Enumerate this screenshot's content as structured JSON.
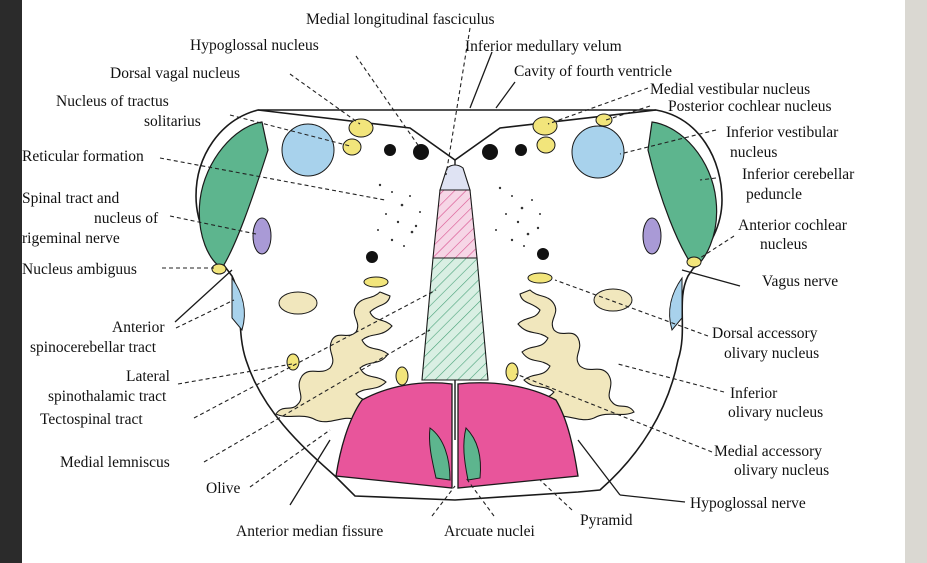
{
  "colors": {
    "page": "#ffffff",
    "pyramid": "#e8559b",
    "cerebellar_peduncle": "#5db58e",
    "vestibular": "#a8d2ec",
    "olive": "#f1e7bd",
    "nucleus_yellow": "#f2e57b",
    "trigeminal": "#a99ad6",
    "mlf_hatch": "#e7a7c6",
    "lemniscus_hatch": "#a7d8bf",
    "nucleus_dot": "#111111"
  },
  "labels": {
    "medial_longitudinal_fasciculus": "Medial longitudinal fasciculus",
    "hypoglossal_nucleus": "Hypoglossal nucleus",
    "inferior_medullary_velum": "Inferior medullary velum",
    "dorsal_vagal_nucleus": "Dorsal vagal nucleus",
    "cavity_fourth_ventricle": "Cavity of fourth ventricle",
    "medial_vestibular_nucleus": "Medial vestibular nucleus",
    "nucleus_tractus_solitarius_1": "Nucleus of tractus",
    "nucleus_tractus_solitarius_2": "solitarius",
    "posterior_cochlear_nucleus": "Posterior cochlear nucleus",
    "inferior_vestibular_nucleus_1": "Inferior vestibular",
    "inferior_vestibular_nucleus_2": "nucleus",
    "reticular_formation": "Reticular formation",
    "inferior_cerebellar_peduncle_1": "Inferior cerebellar",
    "inferior_cerebellar_peduncle_2": "peduncle",
    "spinal_tract_trigeminal_1": "Spinal tract and",
    "spinal_tract_trigeminal_2": "nucleus of",
    "spinal_tract_trigeminal_3": "rigeminal nerve",
    "anterior_cochlear_nucleus_1": "Anterior cochlear",
    "anterior_cochlear_nucleus_2": "nucleus",
    "nucleus_ambiguus": "Nucleus ambiguus",
    "vagus_nerve": "Vagus nerve",
    "anterior_spinocerebellar_1": "Anterior",
    "anterior_spinocerebellar_2": "spinocerebellar tract",
    "dorsal_accessory_olivary_1": "Dorsal accessory",
    "dorsal_accessory_olivary_2": "olivary nucleus",
    "lateral_spinothalamic_1": "Lateral",
    "lateral_spinothalamic_2": "spinothalamic tract",
    "inferior_olivary_1": "Inferior",
    "inferior_olivary_2": "olivary nucleus",
    "tectospinal_tract": "Tectospinal tract",
    "medial_lemniscus": "Medial lemniscus",
    "medial_accessory_olivary_1": "Medial accessory",
    "medial_accessory_olivary_2": "olivary nucleus",
    "olive": "Olive",
    "hypoglossal_nerve": "Hypoglossal nerve",
    "anterior_median_fissure": "Anterior median fissure",
    "arcuate_nuclei": "Arcuate nuclei",
    "pyramid": "Pyramid"
  }
}
